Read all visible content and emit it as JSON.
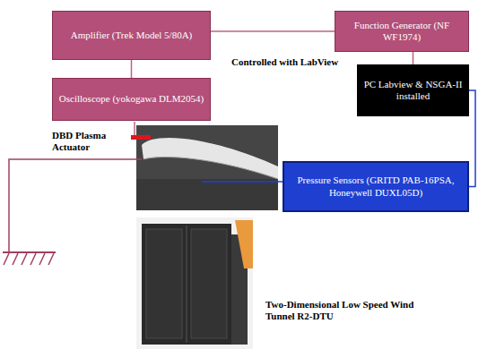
{
  "diagram": {
    "nodes": [
      {
        "text": [
          "Amplifier (Trek Model 5/80A)"
        ]
      },
      {
        "text": [
          "Function Generator (NF WF1974)"
        ]
      },
      {
        "text": [
          "PC Labview & NSGA-II installed"
        ]
      },
      {
        "text": [
          "Oscilloscope (yokogawa DLM2054)"
        ]
      },
      {
        "text": [
          "Pressure Sensors (GRITD PAB-16PSA, Honeywell DUXL05D)"
        ]
      }
    ],
    "edges": [
      {
        "from": 0,
        "to": 1,
        "arrow": "none"
      },
      {
        "from": 1,
        "to": 2,
        "arrow": "none"
      },
      {
        "from": 0,
        "to": 3,
        "arrow": "none"
      },
      {
        "from": 2,
        "to": 4,
        "arrow": "none"
      }
    ],
    "labels": [
      "Controlled with LabView",
      "DBD Plasma Actuator",
      "Two-Dimensional Low Speed Wind Tunnel R2-DTU"
    ]
  }
}
